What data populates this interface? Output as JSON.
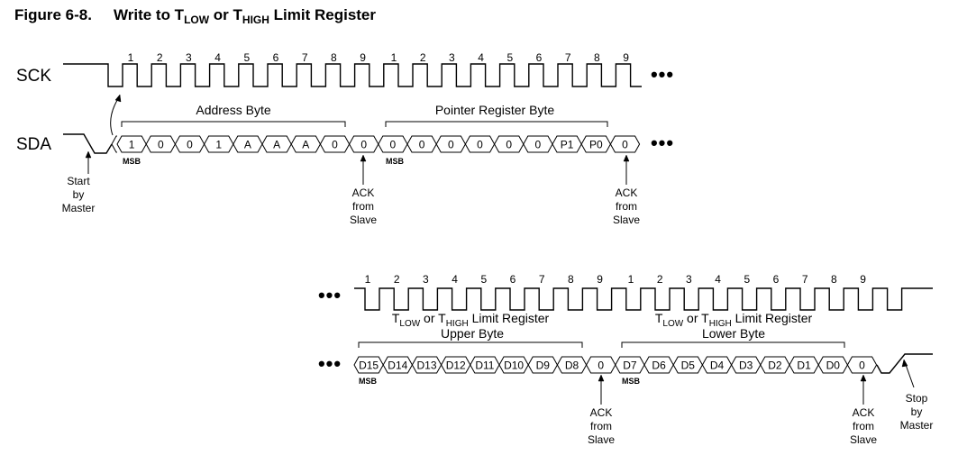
{
  "figure": {
    "number": "Figure 6-8.",
    "title_parts": [
      {
        "text": "Write to T",
        "sub": false
      },
      {
        "text": "LOW",
        "sub": true
      },
      {
        "text": " or T",
        "sub": false
      },
      {
        "text": "HIGH",
        "sub": true
      },
      {
        "text": " Limit Register",
        "sub": false
      }
    ]
  },
  "signals": {
    "clock": "SCK",
    "data": "SDA"
  },
  "continuation": "•••",
  "msb_label": "MSB",
  "ack_bit": "0",
  "note_start": [
    "Start",
    "by",
    "Master"
  ],
  "note_stop": [
    "Stop",
    "by",
    "Master"
  ],
  "note_ack": [
    "ACK",
    "from",
    "Slave"
  ],
  "clock_numbers": [
    "1",
    "2",
    "3",
    "4",
    "5",
    "6",
    "7",
    "8",
    "9"
  ],
  "row1": {
    "address_byte_label": "Address Byte",
    "address_bits": [
      "1",
      "0",
      "0",
      "1",
      "A",
      "A",
      "A",
      "0"
    ],
    "pointer_byte_label": "Pointer Register Byte",
    "pointer_bits": [
      "0",
      "0",
      "0",
      "0",
      "0",
      "0",
      "P1",
      "P0"
    ]
  },
  "row2": {
    "upper_label_parts": [
      {
        "text": "T",
        "sub": false
      },
      {
        "text": "LOW",
        "sub": true
      },
      {
        "text": " or T",
        "sub": false
      },
      {
        "text": "HIGH",
        "sub": true
      },
      {
        "text": " Limit Register",
        "sub": false
      }
    ],
    "upper_label_line2": "Upper Byte",
    "upper_bits": [
      "D15",
      "D14",
      "D13",
      "D12",
      "D11",
      "D10",
      "D9",
      "D8"
    ],
    "lower_label_parts": [
      {
        "text": "T",
        "sub": false
      },
      {
        "text": "LOW",
        "sub": true
      },
      {
        "text": " or T",
        "sub": false
      },
      {
        "text": "HIGH",
        "sub": true
      },
      {
        "text": " Limit Register",
        "sub": false
      }
    ],
    "lower_label_line2": "Lower Byte",
    "lower_bits": [
      "D7",
      "D6",
      "D5",
      "D4",
      "D3",
      "D2",
      "D1",
      "D0"
    ]
  }
}
